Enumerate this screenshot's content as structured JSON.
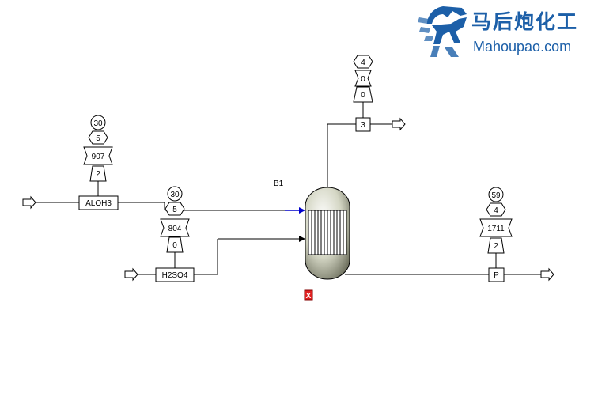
{
  "watermark": {
    "brand": "马后炮化工",
    "site": "Mahoupao.com",
    "color": "#1c5fa8"
  },
  "reactor": {
    "name": "B1",
    "status_flag": "X",
    "status_color": "#e02020"
  },
  "streams": {
    "aloh3": {
      "name": "ALOH3",
      "temperature": "30",
      "pressure": "5",
      "flow": "907",
      "vapor_fraction": "2"
    },
    "h2so4": {
      "name": "H2SO4",
      "temperature": "30",
      "pressure": "5",
      "flow": "804",
      "vapor_fraction": "0"
    },
    "vapor": {
      "name": "3",
      "temperature": "4",
      "pressure": "0",
      "flow": "0"
    },
    "product": {
      "name": "P",
      "temperature": "59",
      "pressure": "4",
      "flow": "1711",
      "vapor_fraction": "2"
    }
  },
  "colors": {
    "feed_arrow_aloh3": "#0000cc",
    "line": "#000000"
  }
}
